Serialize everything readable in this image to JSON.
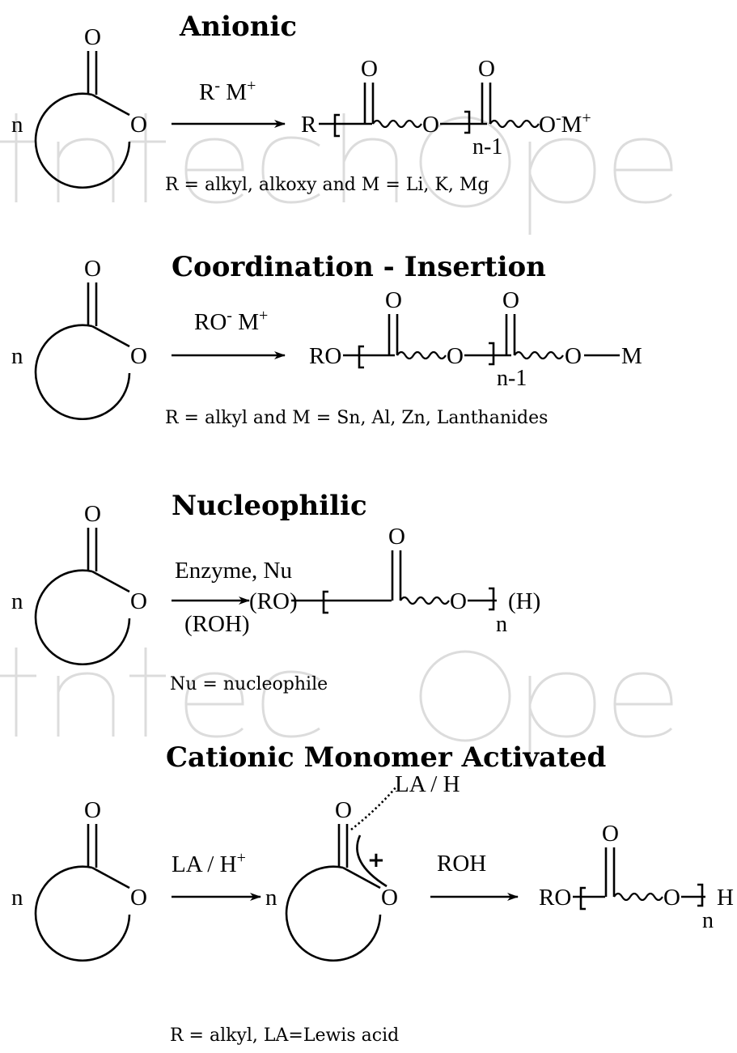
{
  "anionic": {
    "title": "Anionic",
    "initiator": "R",
    "initiator_sup1": "-",
    "initiator_M": " M",
    "initiator_sup2": "+",
    "end_group": "R",
    "repeat_O": "O",
    "carbonyl_O": "O",
    "subscript": "n-1",
    "terminus_O": "O",
    "terminus_sup": "-",
    "terminus_M": "M",
    "terminus_sup2": "+",
    "note": "R = alkyl, alkoxy and M = Li, K, Mg"
  },
  "coordination": {
    "title": "Coordination - Insertion",
    "initiator": "RO",
    "initiator_sup1": "-",
    "initiator_M": " M",
    "initiator_sup2": "+",
    "end_group": "RO",
    "repeat_O": "O",
    "carbonyl_O": "O",
    "subscript": "n-1",
    "terminus_O": "O",
    "terminus_M": "M",
    "note": "R = alkyl and M = Sn, Al, Zn, Lanthanides"
  },
  "nucleophilic": {
    "title": "Nucleophilic",
    "reagent_top": "Enzyme, Nu",
    "reagent_bottom": "(ROH)",
    "end_group": "(RO)",
    "repeat_O": "O",
    "carbonyl_O": "O",
    "subscript": "n",
    "terminus": "(H)",
    "note": "Nu = nucleophile"
  },
  "cationic": {
    "title": "Cationic Monomer Activated",
    "reagent1": "LA /  H",
    "reagent1_sup": "+",
    "reagent2": "ROH",
    "activator_label": "LA / H",
    "plus_sign": "+",
    "end_group": "RO",
    "repeat_O": "O",
    "carbonyl_O": "O",
    "subscript": "n",
    "terminus": "H",
    "note": "R = alkyl, LA=Lewis acid"
  },
  "monomer": {
    "coefficient": "n",
    "carbonyl_O": "O",
    "ring_O": "O"
  }
}
